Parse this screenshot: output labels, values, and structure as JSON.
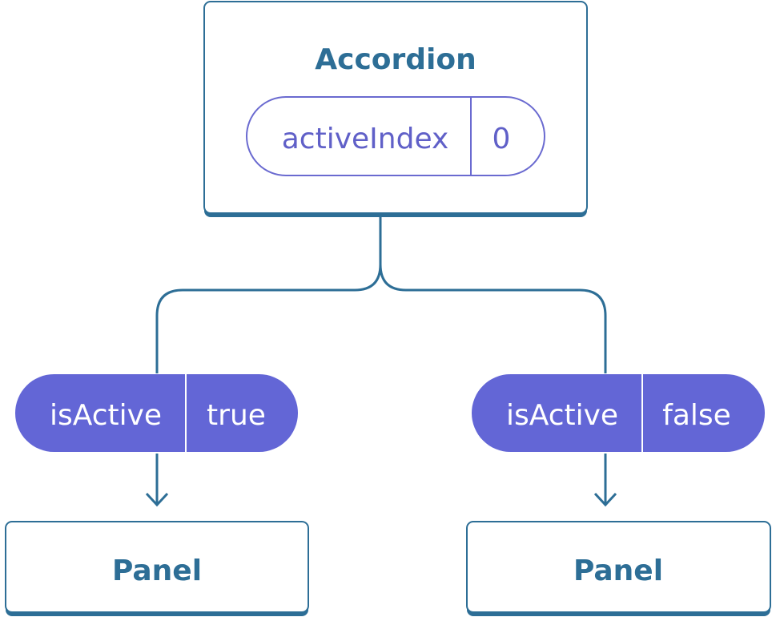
{
  "accordion": {
    "title": "Accordion",
    "state_name": "activeIndex",
    "state_value": "0"
  },
  "left_prop": {
    "name": "isActive",
    "value": "true"
  },
  "right_prop": {
    "name": "isActive",
    "value": "false"
  },
  "left_panel": {
    "title": "Panel"
  },
  "right_panel": {
    "title": "Panel"
  },
  "colors": {
    "node_border": "#2d6e96",
    "node_title": "#2d6e96",
    "state_border": "#6a6ad0",
    "state_text": "#6060c8",
    "prop_fill": "#6366d6",
    "prop_text": "#ffffff",
    "connector": "#2d6e96"
  }
}
